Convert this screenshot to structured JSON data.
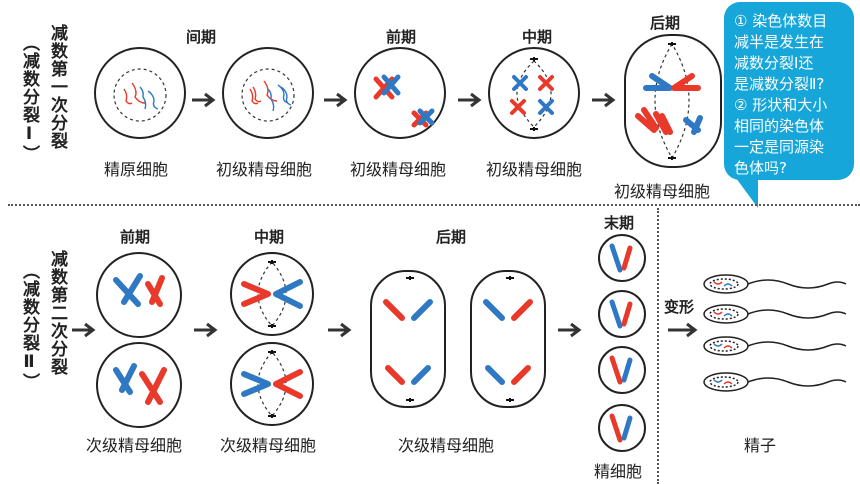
{
  "section1": {
    "title_line1": "减数第一次分裂",
    "title_line2": "（减数分裂Ⅰ）"
  },
  "section2": {
    "title_line1": "减数第二次分裂",
    "title_line2": "（减数分裂Ⅱ）"
  },
  "stages_top": [
    "间期",
    "前期",
    "中期",
    "后期"
  ],
  "captions_top": [
    "精原细胞",
    "初级精母细胞",
    "初级精母细胞",
    "初级精母细胞",
    "初级精母细胞"
  ],
  "stages_bottom": [
    "前期",
    "中期",
    "后期",
    "末期"
  ],
  "captions_bottom": [
    "次级精母细胞",
    "次级精母细胞",
    "次级精母细胞",
    "精细胞",
    "精子"
  ],
  "transform_label": "变形",
  "question_bubble": {
    "line1": "① 染色体数目",
    "line2": "减半是发生在",
    "line3": "减数分裂Ⅰ还",
    "line4": "是减数分裂Ⅱ?",
    "line5": "② 形状和大小",
    "line6": "相同的染色体",
    "line7": "一定是同源染",
    "line8": "色体吗?"
  },
  "colors": {
    "red": "#e8392b",
    "blue": "#2f78c4",
    "bubble": "#16a6d9"
  }
}
